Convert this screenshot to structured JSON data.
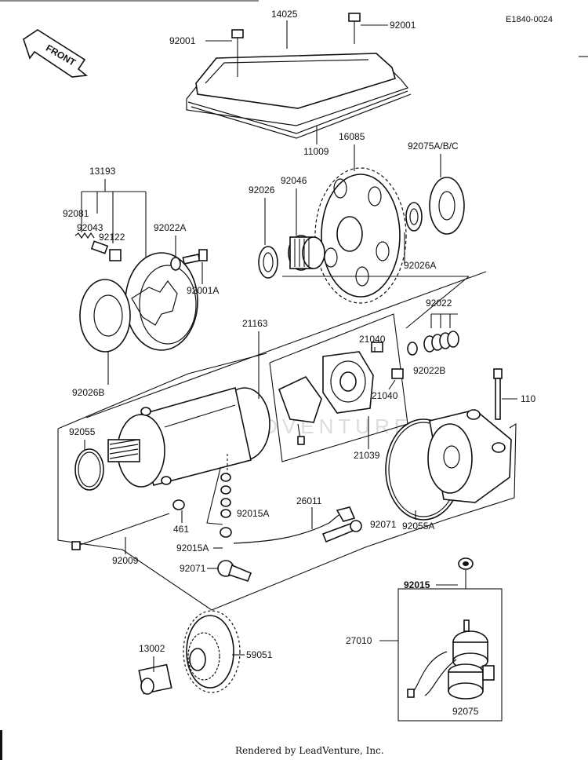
{
  "diagram_code": "E1840-0024",
  "footer": "Rendered by LeadVenture, Inc.",
  "watermark": "LEADVENTURE",
  "direction_label": "FRONT",
  "parts": {
    "p14025": "14025",
    "p92001_left": "92001",
    "p92001_right": "92001",
    "p11009": "11009",
    "p16085": "16085",
    "p92075abc": "92075A/B/C",
    "p13193": "13193",
    "p92081": "92081",
    "p92043": "92043",
    "p92122": "92122",
    "p92022a": "92022A",
    "p92001a": "92001A",
    "p92026": "92026",
    "p92046": "92046",
    "p92026a": "92026A",
    "p92026b": "92026B",
    "p21163": "21163",
    "p21040_top": "21040",
    "p21040_bottom": "21040",
    "p92022": "92022",
    "p92022b": "92022B",
    "p110": "110",
    "p92055": "92055",
    "p21039": "21039",
    "p92015a_upper": "92015A",
    "p26011": "26011",
    "p461": "461",
    "p92071_right": "92071",
    "p92055a": "92055A",
    "p92015a_lower": "92015A",
    "p92009": "92009",
    "p92071_left": "92071",
    "p92015": "92015",
    "p27010": "27010",
    "p13002": "13002",
    "p59051": "59051",
    "p92075": "92075"
  }
}
